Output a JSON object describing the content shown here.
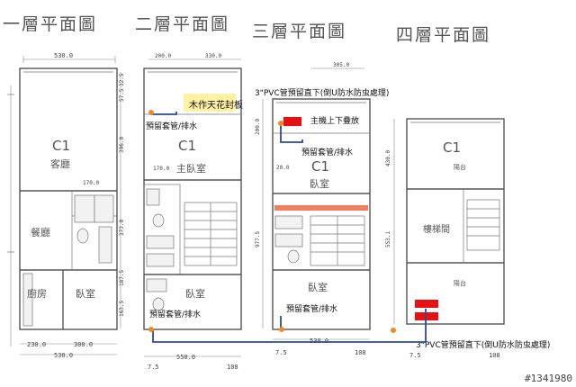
{
  "titles": {
    "f1": "一層平面圖",
    "f2": "二層平面圖",
    "f3": "三層平面圖",
    "f4": "四層平面圖"
  },
  "unit_labels": {
    "f1_c1": "C1",
    "f2_c1": "C1",
    "f3_c1": "C1",
    "f4_c1": "C1"
  },
  "rooms": {
    "f1_living": "客廳",
    "f1_dining": "餐廳",
    "f1_kitchen": "廚房",
    "f1_bedroom": "臥室",
    "f2_master": "主臥室",
    "f2_bedroom": "臥室",
    "f3_bedroom_top": "臥室",
    "f3_bedroom_bottom": "臥室",
    "f4_stair_room": "樓梯間",
    "f4_balcony_top": "陽台",
    "f4_balcony_bottom": "陽台"
  },
  "annotations": {
    "wood_ceiling": "木作天花封板",
    "sleeve_f2_top": "預留套管/排水",
    "sleeve_f2_bottom": "預留套管/排水",
    "pvc_f3_top": "3\"PVC管預留直下(倒U防水防虫處理)",
    "stack_unit": "主機上下疊放",
    "sleeve_f3_top": "預留套管/排水",
    "sleeve_f3_bottom": "預留套管/排水",
    "pvc_f4_bottom": "3\"PVC管預留直下(倒U防水防虫處理)"
  },
  "dimensions": {
    "f1_top": "530.0",
    "f1_bottom_a": "230.0",
    "f1_bottom_b": "300.0",
    "f1_bottom_total": "530.0",
    "f1_side_a": "396.0",
    "f1_side_b": "373.0",
    "f1_side_c": "187.5",
    "f1_side_d": "163.5",
    "f1_side_e": "57.5",
    "f1_side_f": "32.5",
    "f1_mid": "170.0",
    "f2_top_a": "200.0",
    "f2_top_b": "330.0",
    "f2_mid": "170.0",
    "f2_bottom": "550.0",
    "f2_seg_a": "7.5",
    "f2_seg_b": "108",
    "f3_top": "305.0",
    "f3_side_a": "200.0",
    "f3_side_b": "977.5",
    "f3_side_c": "20.0",
    "f3_bottom": "530.0",
    "f3_seg_a": "7.5",
    "f3_seg_b": "108",
    "f4_side_a": "430.0",
    "f4_side_b": "553.1",
    "f4_seg_a": "7.5",
    "f4_seg_b": "108"
  },
  "stamp": "#1341980",
  "colors": {
    "pipe": "#2a4a9a",
    "red": "#e81010",
    "orange": "#f08a20",
    "highlight": "#fff2a6",
    "beam": "#f08060"
  }
}
